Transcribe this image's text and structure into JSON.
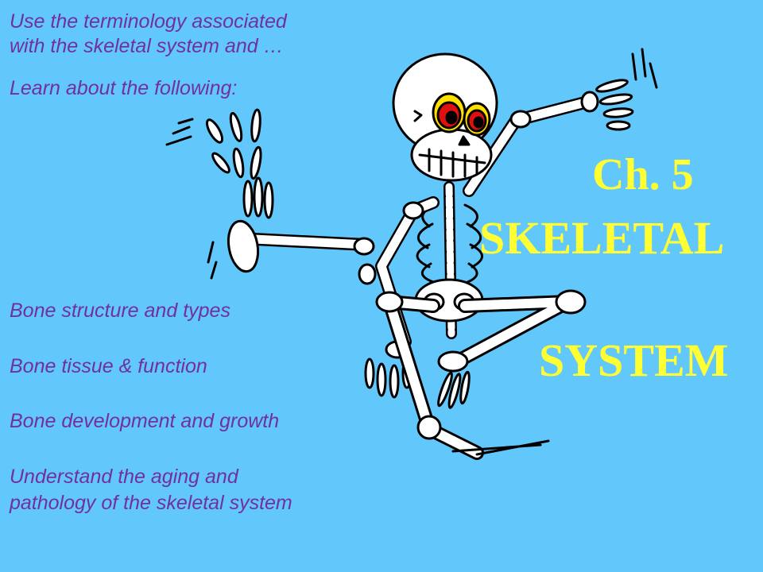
{
  "intro": {
    "line1": "Use the terminology associated",
    "line2": "with the skeletal system and …",
    "learn": "Learn about the following:"
  },
  "topics": [
    "Bone structure and types",
    "Bone tissue & function",
    "Bone development and growth"
  ],
  "closing": {
    "line1": "Understand the aging and",
    "line2": "pathology of the skeletal system"
  },
  "title": {
    "chapter": "Ch. 5",
    "word1": "SKELETAL",
    "word2": "SYSTEM"
  },
  "colors": {
    "background": "#62c8fb",
    "body_text": "#7030a0",
    "title_text": "#ffff33"
  },
  "image": {
    "icon": "dancing-skeleton-cartoon"
  }
}
